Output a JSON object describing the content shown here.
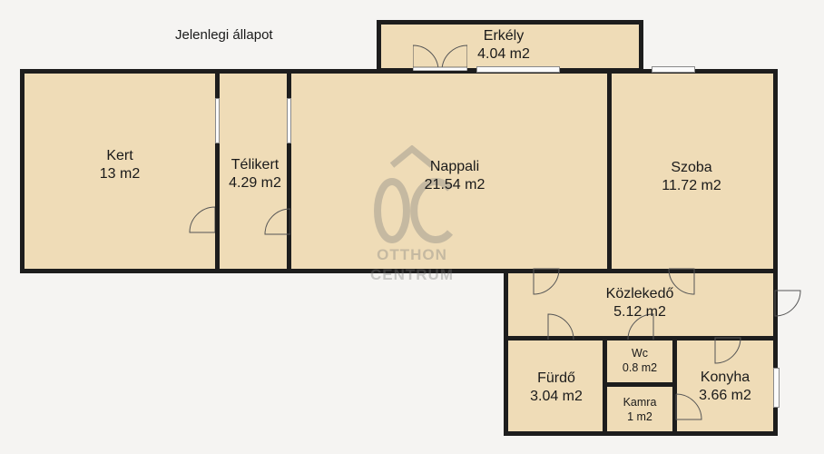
{
  "caption": "Jelenlegi állapot",
  "rooms": {
    "erkely": {
      "name": "Erkély",
      "area": "4.04 m2"
    },
    "kert": {
      "name": "Kert",
      "area": "13 m2"
    },
    "telikert": {
      "name": "Télikert",
      "area": "4.29 m2"
    },
    "nappali": {
      "name": "Nappali",
      "area": "21.54 m2"
    },
    "szoba": {
      "name": "Szoba",
      "area": "11.72 m2"
    },
    "kozlekedo": {
      "name": "Közlekedő",
      "area": "5.12 m2"
    },
    "wc": {
      "name": "Wc",
      "area": "0.8 m2"
    },
    "furdo": {
      "name": "Fürdő",
      "area": "3.04 m2"
    },
    "konyha": {
      "name": "Konyha",
      "area": "3.66 m2"
    },
    "kamra": {
      "name": "Kamra",
      "area": "1 m2"
    }
  },
  "logo": {
    "line1": "OTTHON",
    "line2": "CENTRUM"
  }
}
